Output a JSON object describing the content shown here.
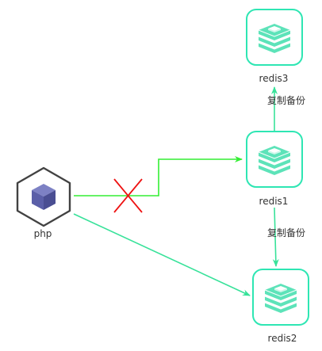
{
  "nodes": {
    "php": {
      "label": "php",
      "icon": "php-box-icon"
    },
    "redis1": {
      "label": "redis1",
      "icon": "redis-stack-icon"
    },
    "redis2": {
      "label": "redis2",
      "icon": "redis-stack-icon"
    },
    "redis3": {
      "label": "redis3",
      "icon": "redis-stack-icon"
    }
  },
  "edges": {
    "replication_top": {
      "label": "复制备份"
    },
    "replication_bottom": {
      "label": "复制备份"
    }
  },
  "colors": {
    "redis_border": "#2ee6b3",
    "redis_fill": "#5de3b9",
    "php_frame": "#424242",
    "php_cube": "#5b5fa8",
    "arrow_green": "#33ee33",
    "arrow_mint": "#38e29a",
    "cross_red": "#ee1111"
  }
}
